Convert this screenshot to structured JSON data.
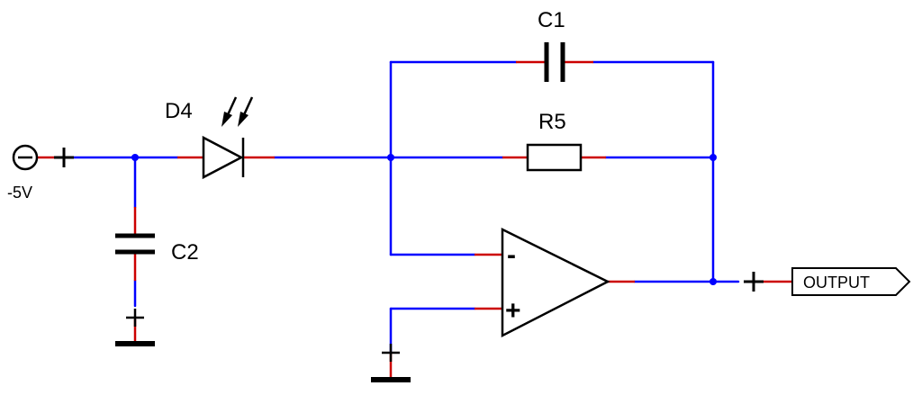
{
  "colors": {
    "wire": "#0000ff",
    "pin": "#cc0000",
    "symbol": "#000000",
    "junction": "#0000ff"
  },
  "components": {
    "source": {
      "label": "-5V",
      "icon": "voltage-source-minus-icon"
    },
    "photodiode": {
      "label": "D4",
      "icon": "photodiode-icon"
    },
    "feedback_capacitor": {
      "label": "C1",
      "icon": "capacitor-icon"
    },
    "feedback_resistor": {
      "label": "R5",
      "icon": "resistor-icon"
    },
    "bypass_capacitor": {
      "label": "C2",
      "icon": "capacitor-icon"
    },
    "opamp": {
      "inverting_sign": "-",
      "noninverting_sign": "+",
      "icon": "opamp-icon"
    },
    "output_port": {
      "label": "OUTPUT",
      "icon": "output-port-icon"
    },
    "ground": {
      "icon": "ground-icon"
    }
  }
}
